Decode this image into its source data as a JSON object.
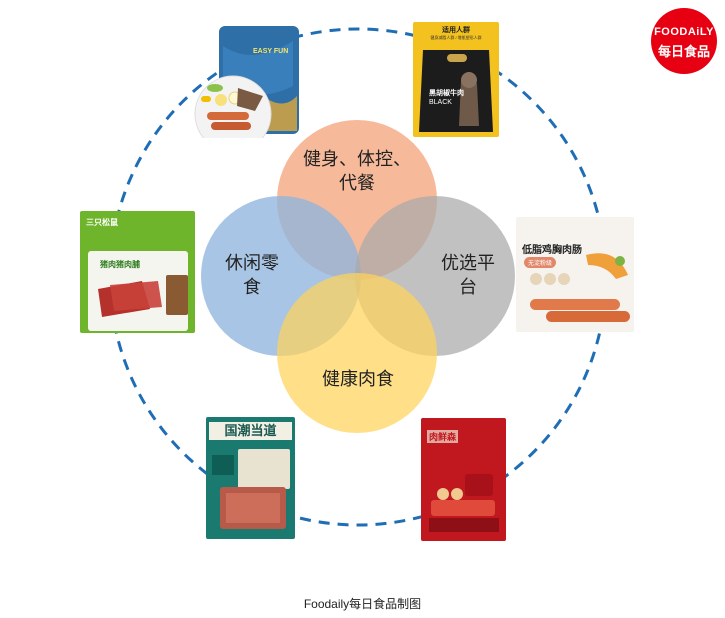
{
  "venn": {
    "top": "健身、体控、代餐",
    "top_line1": "健身、体控、",
    "top_line2": "代餐",
    "left_line1": "休闲零",
    "left_line2": "食",
    "right_line1": "优选平",
    "right_line2": "台",
    "bottom": "健康肉食"
  },
  "colors": {
    "top": "#f4a77f",
    "left": "#8fb5de",
    "right": "#a9a9a9",
    "bottom": "#ffd35a",
    "ring": "#1f6db5"
  },
  "products": {
    "p1": {
      "brand": "EASY FUN"
    },
    "p2": {
      "header": "适用人群",
      "subheader": "健身减脂人群 / 增肌塑形人群",
      "name": "黑胡椒牛肉",
      "name_en": "BLACK"
    },
    "p3": {
      "brand": "三只松鼠",
      "name": "猪肉猪肉脯"
    },
    "p4": {
      "title": "低脂鸡胸肉肠",
      "tag": "无淀粉级"
    },
    "p5": {
      "title": "国潮当道"
    },
    "p6": {
      "title": "肉鲜森"
    }
  },
  "logo": {
    "line1": "FOODAiLY",
    "line2": "每日食品"
  },
  "caption": "Foodaily每日食品制图"
}
